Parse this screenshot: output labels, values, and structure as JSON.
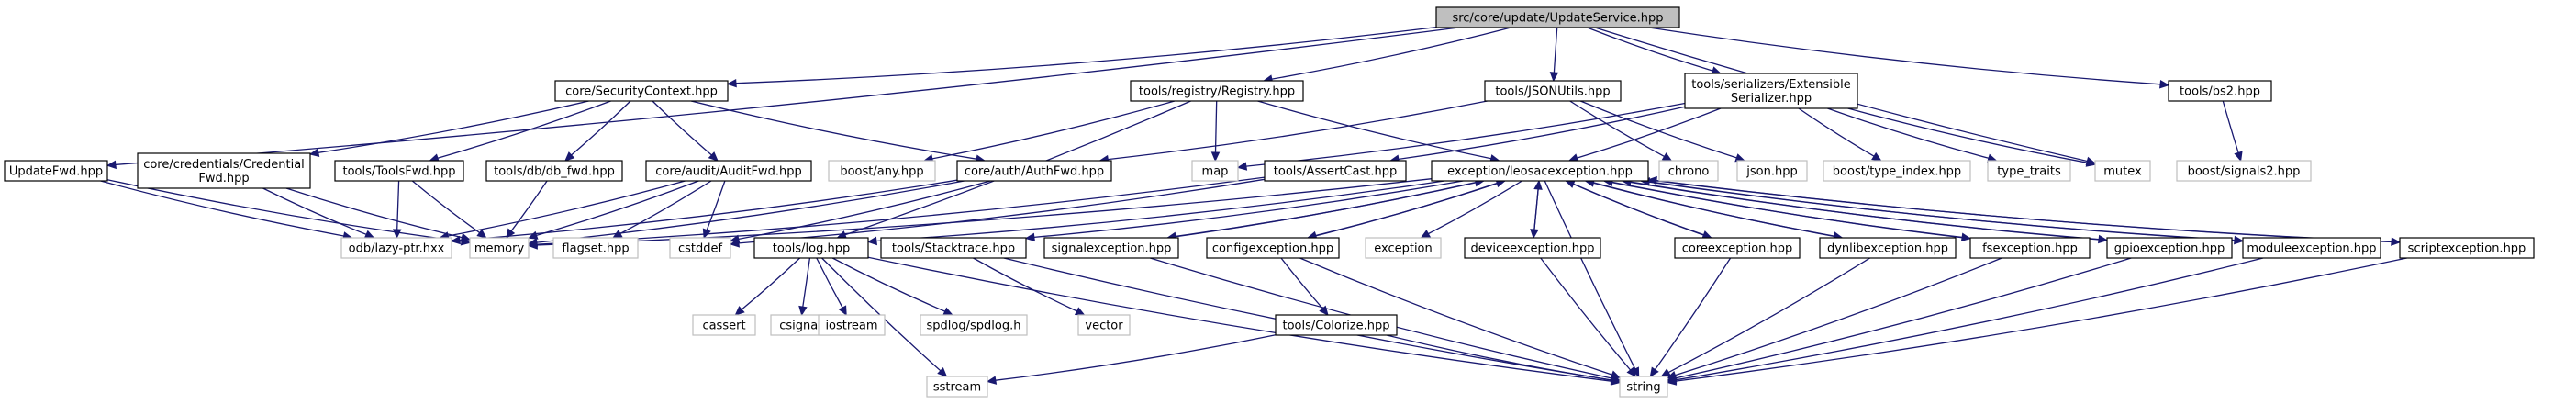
{
  "graph": {
    "colors": {
      "root_fill": "#bfbfbf",
      "node_fill": "#ffffff",
      "node_border": "#000000",
      "external_border": "#bfbfbf",
      "edge": "#191970"
    },
    "nodes": [
      {
        "id": "root",
        "lines": [
          "src/core/update/UpdateService.hpp"
        ],
        "kind": "root"
      },
      {
        "id": "securitycontext",
        "lines": [
          "core/SecurityContext.hpp"
        ],
        "kind": "local"
      },
      {
        "id": "registry",
        "lines": [
          "tools/registry/Registry.hpp"
        ],
        "kind": "local"
      },
      {
        "id": "jsonutils",
        "lines": [
          "tools/JSONUtils.hpp"
        ],
        "kind": "local"
      },
      {
        "id": "extserializer",
        "lines": [
          "tools/serializers/Extensible",
          "Serializer.hpp"
        ],
        "kind": "local"
      },
      {
        "id": "bs2",
        "lines": [
          "tools/bs2.hpp"
        ],
        "kind": "local"
      },
      {
        "id": "updatefwd",
        "lines": [
          "UpdateFwd.hpp"
        ],
        "kind": "local"
      },
      {
        "id": "credentialfwd",
        "lines": [
          "core/credentials/Credential",
          "Fwd.hpp"
        ],
        "kind": "local"
      },
      {
        "id": "toolsfwd",
        "lines": [
          "tools/ToolsFwd.hpp"
        ],
        "kind": "local"
      },
      {
        "id": "dbfwd",
        "lines": [
          "tools/db/db_fwd.hpp"
        ],
        "kind": "local"
      },
      {
        "id": "auditfwd",
        "lines": [
          "core/audit/AuditFwd.hpp"
        ],
        "kind": "local"
      },
      {
        "id": "boostany",
        "lines": [
          "boost/any.hpp"
        ],
        "kind": "external"
      },
      {
        "id": "authfwd",
        "lines": [
          "core/auth/AuthFwd.hpp"
        ],
        "kind": "local"
      },
      {
        "id": "map",
        "lines": [
          "map"
        ],
        "kind": "external"
      },
      {
        "id": "assertcast",
        "lines": [
          "tools/AssertCast.hpp"
        ],
        "kind": "local"
      },
      {
        "id": "leosac",
        "lines": [
          "exception/leosacexception.hpp"
        ],
        "kind": "local"
      },
      {
        "id": "chrono",
        "lines": [
          "chrono"
        ],
        "kind": "external"
      },
      {
        "id": "jsonhpp",
        "lines": [
          "json.hpp"
        ],
        "kind": "external"
      },
      {
        "id": "typeindex",
        "lines": [
          "boost/type_index.hpp"
        ],
        "kind": "external"
      },
      {
        "id": "typetraits",
        "lines": [
          "type_traits"
        ],
        "kind": "external"
      },
      {
        "id": "mutex",
        "lines": [
          "mutex"
        ],
        "kind": "external"
      },
      {
        "id": "signals2",
        "lines": [
          "boost/signals2.hpp"
        ],
        "kind": "external"
      },
      {
        "id": "lazyptr",
        "lines": [
          "odb/lazy-ptr.hxx"
        ],
        "kind": "external"
      },
      {
        "id": "memory",
        "lines": [
          "memory"
        ],
        "kind": "external"
      },
      {
        "id": "flagset",
        "lines": [
          "flagset.hpp"
        ],
        "kind": "external"
      },
      {
        "id": "cstddef",
        "lines": [
          "cstddef"
        ],
        "kind": "external"
      },
      {
        "id": "log",
        "lines": [
          "tools/log.hpp"
        ],
        "kind": "local"
      },
      {
        "id": "stacktrace",
        "lines": [
          "tools/Stacktrace.hpp"
        ],
        "kind": "local"
      },
      {
        "id": "signalexc",
        "lines": [
          "signalexception.hpp"
        ],
        "kind": "local"
      },
      {
        "id": "configexc",
        "lines": [
          "configexception.hpp"
        ],
        "kind": "local"
      },
      {
        "id": "exception",
        "lines": [
          "exception"
        ],
        "kind": "external"
      },
      {
        "id": "deviceexc",
        "lines": [
          "deviceexception.hpp"
        ],
        "kind": "local"
      },
      {
        "id": "coreexc",
        "lines": [
          "coreexception.hpp"
        ],
        "kind": "local"
      },
      {
        "id": "dynlibexc",
        "lines": [
          "dynlibexception.hpp"
        ],
        "kind": "local"
      },
      {
        "id": "fsexc",
        "lines": [
          "fsexception.hpp"
        ],
        "kind": "local"
      },
      {
        "id": "gpioexc",
        "lines": [
          "gpioexception.hpp"
        ],
        "kind": "local"
      },
      {
        "id": "moduleexc",
        "lines": [
          "moduleexception.hpp"
        ],
        "kind": "local"
      },
      {
        "id": "scriptexc",
        "lines": [
          "scriptexception.hpp"
        ],
        "kind": "local"
      },
      {
        "id": "cassert",
        "lines": [
          "cassert"
        ],
        "kind": "external"
      },
      {
        "id": "csignal",
        "lines": [
          "csignal"
        ],
        "kind": "external"
      },
      {
        "id": "iostream",
        "lines": [
          "iostream"
        ],
        "kind": "external"
      },
      {
        "id": "spdlog",
        "lines": [
          "spdlog/spdlog.h"
        ],
        "kind": "external"
      },
      {
        "id": "vector",
        "lines": [
          "vector"
        ],
        "kind": "external"
      },
      {
        "id": "colorize",
        "lines": [
          "tools/Colorize.hpp"
        ],
        "kind": "local"
      },
      {
        "id": "sstream",
        "lines": [
          "sstream"
        ],
        "kind": "external"
      },
      {
        "id": "string",
        "lines": [
          "string"
        ],
        "kind": "external"
      }
    ],
    "edges": [
      [
        "root",
        "updatefwd"
      ],
      [
        "root",
        "securitycontext"
      ],
      [
        "root",
        "registry"
      ],
      [
        "root",
        "jsonutils"
      ],
      [
        "root",
        "extserializer"
      ],
      [
        "root",
        "mutex"
      ],
      [
        "root",
        "bs2"
      ],
      [
        "updatefwd",
        "lazyptr"
      ],
      [
        "updatefwd",
        "memory"
      ],
      [
        "securitycontext",
        "credentialfwd"
      ],
      [
        "securitycontext",
        "toolsfwd"
      ],
      [
        "securitycontext",
        "dbfwd"
      ],
      [
        "securitycontext",
        "auditfwd"
      ],
      [
        "securitycontext",
        "authfwd"
      ],
      [
        "credentialfwd",
        "lazyptr"
      ],
      [
        "credentialfwd",
        "memory"
      ],
      [
        "toolsfwd",
        "lazyptr"
      ],
      [
        "toolsfwd",
        "memory"
      ],
      [
        "dbfwd",
        "memory"
      ],
      [
        "auditfwd",
        "lazyptr"
      ],
      [
        "auditfwd",
        "memory"
      ],
      [
        "auditfwd",
        "flagset"
      ],
      [
        "auditfwd",
        "cstddef"
      ],
      [
        "authfwd",
        "lazyptr"
      ],
      [
        "authfwd",
        "memory"
      ],
      [
        "authfwd",
        "cstddef"
      ],
      [
        "registry",
        "boostany"
      ],
      [
        "registry",
        "map"
      ],
      [
        "registry",
        "log"
      ],
      [
        "registry",
        "leosac"
      ],
      [
        "jsonutils",
        "authfwd"
      ],
      [
        "jsonutils",
        "chrono"
      ],
      [
        "jsonutils",
        "jsonhpp"
      ],
      [
        "extserializer",
        "map"
      ],
      [
        "extserializer",
        "assertcast"
      ],
      [
        "extserializer",
        "leosac"
      ],
      [
        "extserializer",
        "typeindex"
      ],
      [
        "extserializer",
        "typetraits"
      ],
      [
        "extserializer",
        "mutex"
      ],
      [
        "bs2",
        "signals2"
      ],
      [
        "assertcast",
        "memory"
      ],
      [
        "assertcast",
        "cstddef"
      ],
      [
        "leosac",
        "memory"
      ],
      [
        "leosac",
        "log"
      ],
      [
        "leosac",
        "stacktrace"
      ],
      [
        "leosac",
        "signalexc"
      ],
      [
        "leosac",
        "configexc"
      ],
      [
        "leosac",
        "exception"
      ],
      [
        "leosac",
        "deviceexc"
      ],
      [
        "leosac",
        "coreexc"
      ],
      [
        "leosac",
        "dynlibexc"
      ],
      [
        "leosac",
        "fsexc"
      ],
      [
        "leosac",
        "gpioexc"
      ],
      [
        "leosac",
        "moduleexc"
      ],
      [
        "leosac",
        "scriptexc"
      ],
      [
        "leosac",
        "string"
      ],
      [
        "log",
        "cassert"
      ],
      [
        "log",
        "csignal"
      ],
      [
        "log",
        "iostream"
      ],
      [
        "log",
        "spdlog"
      ],
      [
        "log",
        "sstream"
      ],
      [
        "log",
        "string"
      ],
      [
        "stacktrace",
        "vector"
      ],
      [
        "stacktrace",
        "string"
      ],
      [
        "signalexc",
        "leosac"
      ],
      [
        "signalexc",
        "string"
      ],
      [
        "configexc",
        "leosac"
      ],
      [
        "configexc",
        "colorize"
      ],
      [
        "configexc",
        "string"
      ],
      [
        "colorize",
        "sstream"
      ],
      [
        "colorize",
        "string"
      ],
      [
        "deviceexc",
        "leosac"
      ],
      [
        "deviceexc",
        "string"
      ],
      [
        "coreexc",
        "leosac"
      ],
      [
        "coreexc",
        "string"
      ],
      [
        "dynlibexc",
        "leosac"
      ],
      [
        "dynlibexc",
        "string"
      ],
      [
        "fsexc",
        "leosac"
      ],
      [
        "fsexc",
        "string"
      ],
      [
        "gpioexc",
        "leosac"
      ],
      [
        "gpioexc",
        "string"
      ],
      [
        "moduleexc",
        "leosac"
      ],
      [
        "moduleexc",
        "string"
      ],
      [
        "scriptexc",
        "leosac"
      ],
      [
        "scriptexc",
        "string"
      ]
    ]
  }
}
